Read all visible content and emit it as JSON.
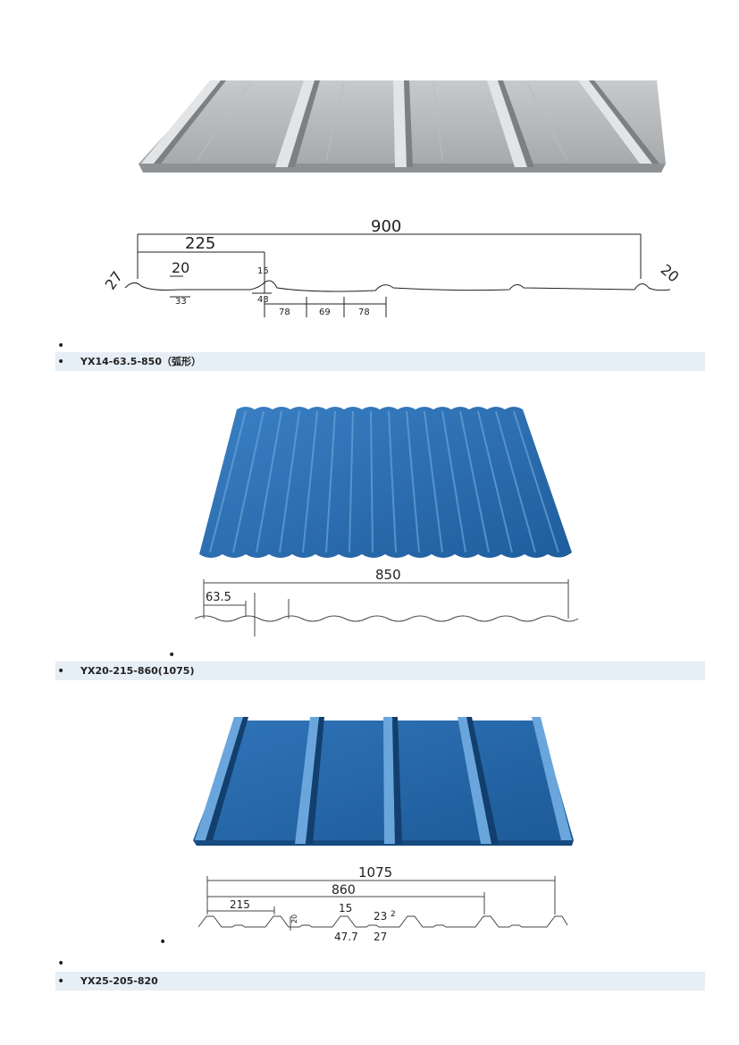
{
  "products": [
    {
      "name": "",
      "dims": {
        "total": "900",
        "pitch": "225",
        "rib_top": "20",
        "rib_gap": "15",
        "a": "33",
        "b": "43",
        "c": "78",
        "d": "69",
        "e": "78",
        "left_h": "27",
        "right_h": "20"
      }
    },
    {
      "name": "YX14-63.5-850（弧形）",
      "dims": {
        "total": "850",
        "pitch": "63.5"
      }
    },
    {
      "name": "YX20-215-860(1075)",
      "dims": {
        "total": "1075",
        "effective": "860",
        "pitch": "215",
        "height": "20",
        "top": "15",
        "bottom": "47.7",
        "mid": "27",
        "small": "23",
        "tiny": "2"
      }
    },
    {
      "name": "YX25-205-820"
    }
  ],
  "colors": {
    "band": "#e6eef6",
    "grey_sheet": "#b9bbbc",
    "blue_sheet": "#2e6fb0"
  }
}
